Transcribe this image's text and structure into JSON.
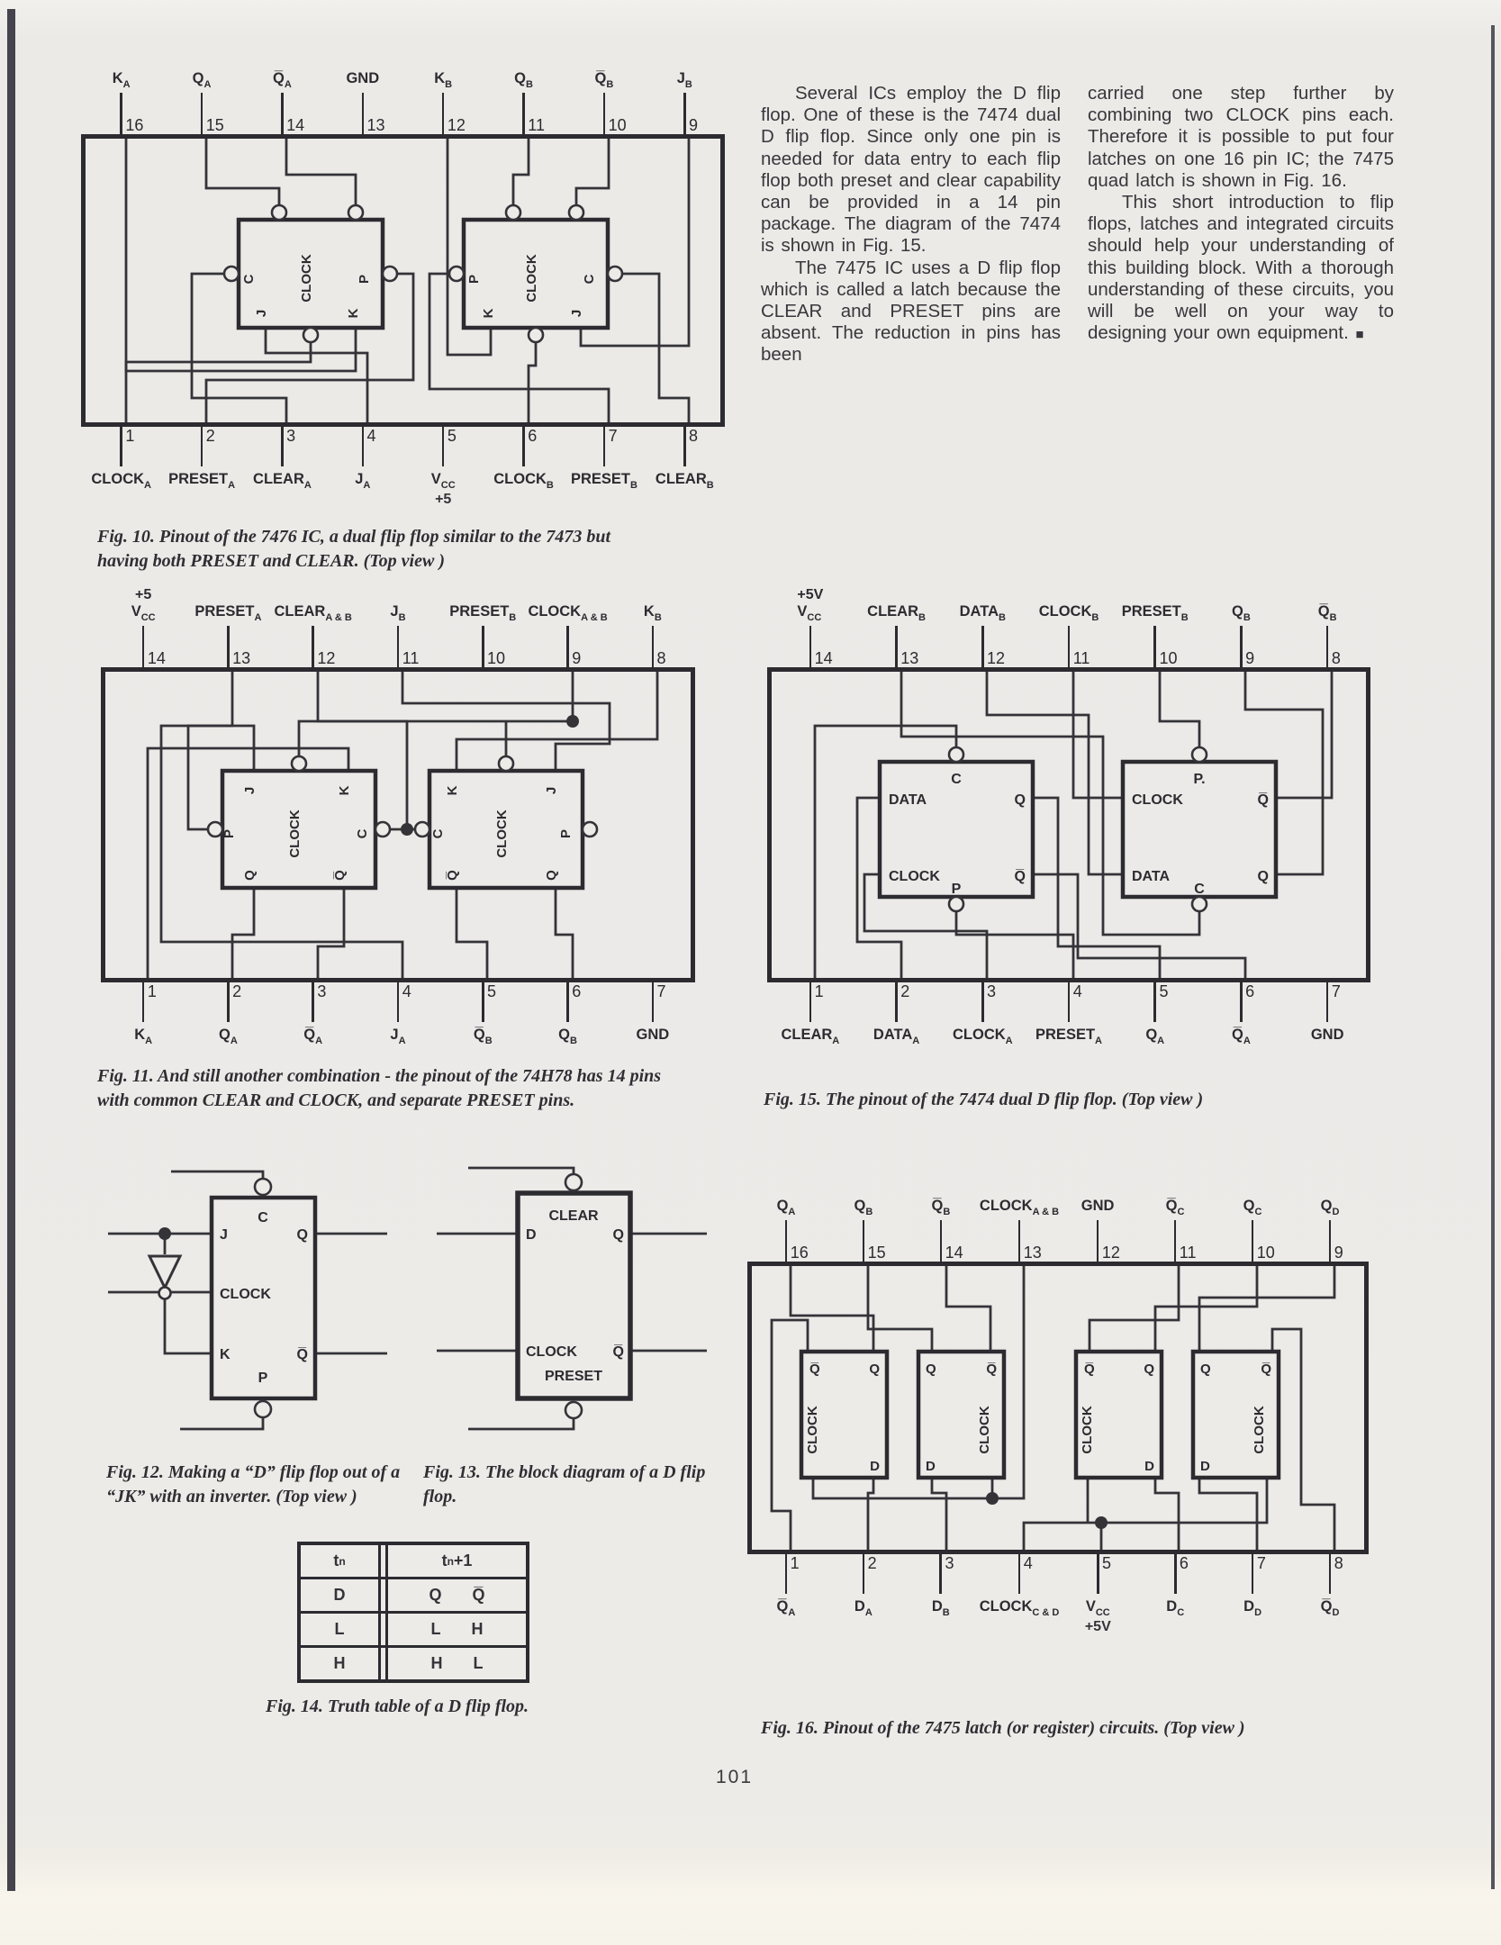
{
  "page": {
    "number": "101"
  },
  "article": {
    "col1_p1": "Several ICs employ the D flip flop. One of these is the 7474 dual D flip flop. Since only one pin is needed for data entry to each flip flop both preset and clear capability can be provided in a 14 pin package. The diagram of the 7474 is shown in Fig. 15.",
    "col1_p2": "The 7475 IC uses a D flip flop which is called a latch because the CLEAR and PRESET pins are absent. The reduction in pins has been",
    "col2_p1": "carried one step further by combining two CLOCK pins each. Therefore it is possible to put four latches on one 16 pin IC; the 7475 quad latch is shown in Fig. 16.",
    "col2_p2": "This short introduction to flip flops, latches and integrated circuits should help your understanding of this building block. With a thorough understanding of these circuits, you will be well on your way to designing your own equipment.",
    "end_mark": "■"
  },
  "fig10": {
    "caption": "Fig. 10. Pinout of the 7476 IC, a dual flip flop similar to the 7473 but having both PRESET and CLEAR. (Top view )",
    "top_pins": [
      {
        "num": "16",
        "main": "K",
        "sub": "A"
      },
      {
        "num": "15",
        "main": "Q",
        "sub": "A"
      },
      {
        "num": "14",
        "main": "Q̅",
        "sub": "A"
      },
      {
        "num": "13",
        "main": "GND",
        "sub": ""
      },
      {
        "num": "12",
        "main": "K",
        "sub": "B"
      },
      {
        "num": "11",
        "main": "Q",
        "sub": "B"
      },
      {
        "num": "10",
        "main": "Q̅",
        "sub": "B"
      },
      {
        "num": "9",
        "main": "J",
        "sub": "B"
      }
    ],
    "bottom_pins": [
      {
        "num": "1",
        "main": "CLOCK",
        "sub": "A"
      },
      {
        "num": "2",
        "main": "PRESET",
        "sub": "A"
      },
      {
        "num": "3",
        "main": "CLEAR",
        "sub": "A"
      },
      {
        "num": "4",
        "main": "J",
        "sub": "A"
      },
      {
        "num": "5",
        "main": "V",
        "sub": "CC",
        "line2": "+5"
      },
      {
        "num": "6",
        "main": "CLOCK",
        "sub": "B"
      },
      {
        "num": "7",
        "main": "PRESET",
        "sub": "B"
      },
      {
        "num": "8",
        "main": "CLEAR",
        "sub": "B"
      }
    ],
    "box1": {
      "clock": "CLOCK",
      "c": "C",
      "p": "P",
      "j": "J",
      "k": "K"
    },
    "box2": {
      "clock": "CLOCK",
      "c": "C",
      "p": "P",
      "j": "J",
      "k": "K"
    }
  },
  "fig11": {
    "caption": "Fig. 11. And still another combination - the pinout of the 74H78 has 14 pins with common CLEAR and CLOCK, and separate PRESET pins.",
    "top_pins": [
      {
        "num": "14",
        "pre": "+5",
        "main": "V",
        "sub": "CC"
      },
      {
        "num": "13",
        "main": "PRESET",
        "sub": "A"
      },
      {
        "num": "12",
        "main": "CLEAR",
        "sub": "A & B"
      },
      {
        "num": "11",
        "main": "J",
        "sub": "B"
      },
      {
        "num": "10",
        "main": "PRESET",
        "sub": "B"
      },
      {
        "num": "9",
        "main": "CLOCK",
        "sub": "A & B"
      },
      {
        "num": "8",
        "main": "K",
        "sub": "B"
      }
    ],
    "bottom_pins": [
      {
        "num": "1",
        "main": "K",
        "sub": "A"
      },
      {
        "num": "2",
        "main": "Q",
        "sub": "A"
      },
      {
        "num": "3",
        "main": "Q̅",
        "sub": "A"
      },
      {
        "num": "4",
        "main": "J",
        "sub": "A"
      },
      {
        "num": "5",
        "main": "Q̅",
        "sub": "B"
      },
      {
        "num": "6",
        "main": "Q",
        "sub": "B"
      },
      {
        "num": "7",
        "main": "GND",
        "sub": ""
      }
    ],
    "box1": {
      "j": "J",
      "clock": "CLOCK",
      "k": "K",
      "p": "P",
      "c": "C",
      "q": "Q",
      "qbar": "Q̅"
    },
    "box2": {
      "k": "K",
      "clock": "CLOCK",
      "j": "J",
      "c": "C",
      "p": "P",
      "qbar": "Q̅",
      "q": "Q"
    }
  },
  "fig15": {
    "caption": "Fig. 15. The pinout of the 7474 dual D flip flop. (Top view )",
    "top_pins": [
      {
        "num": "14",
        "pre": "+5V",
        "main": "V",
        "sub": "CC"
      },
      {
        "num": "13",
        "main": "CLEAR",
        "sub": "B"
      },
      {
        "num": "12",
        "main": "DATA",
        "sub": "B"
      },
      {
        "num": "11",
        "main": "CLOCK",
        "sub": "B"
      },
      {
        "num": "10",
        "main": "PRESET",
        "sub": "B"
      },
      {
        "num": "9",
        "main": "Q",
        "sub": "B"
      },
      {
        "num": "8",
        "main": "Q̅",
        "sub": "B"
      }
    ],
    "bottom_pins": [
      {
        "num": "1",
        "main": "CLEAR",
        "sub": "A"
      },
      {
        "num": "2",
        "main": "DATA",
        "sub": "A"
      },
      {
        "num": "3",
        "main": "CLOCK",
        "sub": "A"
      },
      {
        "num": "4",
        "main": "PRESET",
        "sub": "A"
      },
      {
        "num": "5",
        "main": "Q",
        "sub": "A"
      },
      {
        "num": "6",
        "main": "Q̅",
        "sub": "A"
      },
      {
        "num": "7",
        "main": "GND",
        "sub": ""
      }
    ],
    "box1": {
      "c": "C",
      "data": "DATA",
      "q": "Q",
      "clock": "CLOCK",
      "qbar": "Q̅",
      "p": "P"
    },
    "box2": {
      "p": "P.",
      "clock": "CLOCK",
      "qbar": "Q̅",
      "data": "DATA",
      "q": "Q",
      "c": "C"
    }
  },
  "fig16": {
    "caption": "Fig. 16. Pinout of the 7475 latch (or register) circuits. (Top view )",
    "top_pins": [
      {
        "num": "16",
        "main": "Q",
        "sub": "A"
      },
      {
        "num": "15",
        "main": "Q",
        "sub": "B"
      },
      {
        "num": "14",
        "main": "Q̅",
        "sub": "B"
      },
      {
        "num": "13",
        "main": "CLOCK",
        "sub": "A & B"
      },
      {
        "num": "12",
        "main": "GND",
        "sub": ""
      },
      {
        "num": "11",
        "main": "Q̅",
        "sub": "C"
      },
      {
        "num": "10",
        "main": "Q",
        "sub": "C"
      },
      {
        "num": "9",
        "main": "Q",
        "sub": "D"
      }
    ],
    "bottom_pins": [
      {
        "num": "1",
        "main": "Q̅",
        "sub": "A"
      },
      {
        "num": "2",
        "main": "D",
        "sub": "A"
      },
      {
        "num": "3",
        "main": "D",
        "sub": "B"
      },
      {
        "num": "4",
        "main": "CLOCK",
        "sub": "C & D"
      },
      {
        "num": "5",
        "main": "V",
        "sub": "CC",
        "line2": "+5V"
      },
      {
        "num": "6",
        "main": "D",
        "sub": "C"
      },
      {
        "num": "7",
        "main": "D",
        "sub": "D"
      },
      {
        "num": "8",
        "main": "Q̅",
        "sub": "D"
      }
    ],
    "b1": {
      "qbar": "Q̅",
      "q": "Q",
      "clock": "CLOCK",
      "d": "D"
    },
    "b2": {
      "q": "Q",
      "qbar": "Q̅",
      "clock": "CLOCK",
      "d": "D"
    },
    "b3": {
      "qbar": "Q̅",
      "q": "Q",
      "clock": "CLOCK",
      "d": "D"
    },
    "b4": {
      "q": "Q",
      "qbar": "Q̅",
      "clock": "CLOCK",
      "d": "D"
    }
  },
  "fig12": {
    "caption": "Fig. 12. Making a “D” flip flop out of a “JK” with an inverter. (Top view )",
    "labels": {
      "c": "C",
      "j": "J",
      "q": "Q",
      "clock": "CLOCK",
      "k": "K",
      "qbar": "Q̅",
      "p": "P"
    }
  },
  "fig13": {
    "caption": "Fig. 13. The block diagram of a D flip flop.",
    "labels": {
      "clear": "CLEAR",
      "d": "D",
      "q": "Q",
      "clock": "CLOCK",
      "qbar": "Q̅",
      "preset": "PRESET"
    }
  },
  "fig14": {
    "caption": "Fig. 14. Truth table of a D flip flop.",
    "header": {
      "left_main": "t",
      "left_sub": "n",
      "right_main": "t",
      "right_sub": "n",
      "right_plus": "+1"
    },
    "rows": [
      {
        "left": "D",
        "a": "Q",
        "b": "Q̅"
      },
      {
        "left": "L",
        "a": "L",
        "b": "H"
      },
      {
        "left": "H",
        "a": "H",
        "b": "L"
      }
    ]
  }
}
